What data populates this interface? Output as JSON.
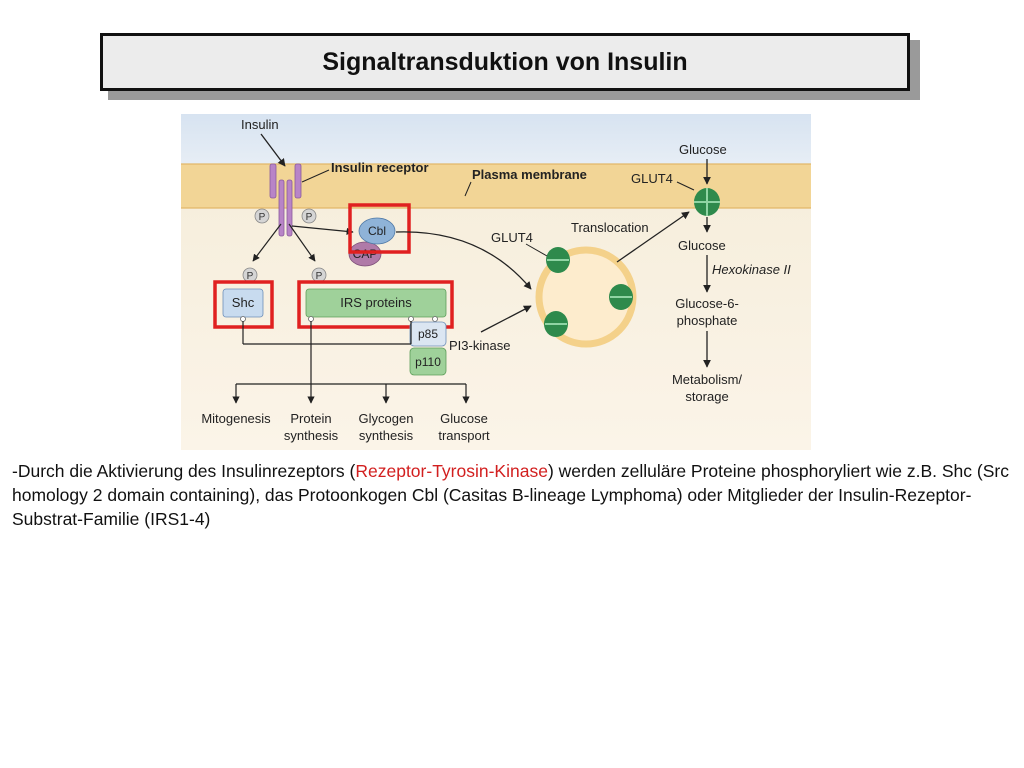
{
  "title": "Signaltransduktion von Insulin",
  "diagram": {
    "labels": {
      "insulin": "Insulin",
      "insulin_receptor": "Insulin receptor",
      "plasma_membrane": "Plasma membrane",
      "glucose_top": "Glucose",
      "glut4_top": "GLUT4",
      "glut4_vesicle": "GLUT4",
      "translocation": "Translocation",
      "glucose_mid": "Glucose",
      "hexokinase": "Hexokinase II",
      "g6p_line1": "Glucose-6-",
      "g6p_line2": "phosphate",
      "metabolism_line1": "Metabolism/",
      "metabolism_line2": "storage",
      "cbl": "Cbl",
      "cap": "CAP",
      "shc": "Shc",
      "irs": "IRS proteins",
      "p85": "p85",
      "p110": "p110",
      "pi3k": "PI3-kinase",
      "phospho": "P",
      "out_mitogenesis": "Mitogenesis",
      "out_protein_1": "Protein",
      "out_protein_2": "synthesis",
      "out_glycogen_1": "Glycogen",
      "out_glycogen_2": "synthesis",
      "out_glucose_1": "Glucose",
      "out_glucose_2": "transport"
    },
    "colors": {
      "highlight": "#e02020",
      "membrane": "#f3d79a",
      "receptor": "#b57fc4",
      "glut4": "#2e8a4c",
      "irs_fill": "#9fd19a",
      "shc_fill": "#c7d9ee",
      "cbl_fill": "#8fb3d8",
      "cap_fill": "#b07aa8"
    }
  },
  "body": {
    "prefix": "-Durch die Aktivierung des Insulinrezeptors (",
    "highlight": "Rezeptor-Tyrosin-Kinase",
    "suffix": ") werden zelluläre Proteine phosphoryliert wie z.B. Shc (Src homology 2 domain containing), das Protoonkogen Cbl (Casitas B-lineage Lymphoma) oder Mitglieder der Insulin-Rezeptor-Substrat-Familie (IRS1-4)"
  }
}
